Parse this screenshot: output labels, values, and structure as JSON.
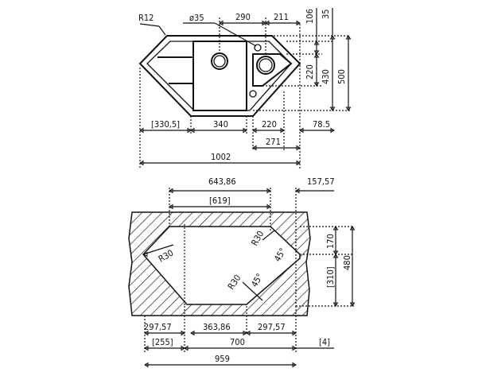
{
  "top_view": {
    "corner_radius": "R12",
    "drain_diameter": "ø35",
    "dim_290": "290",
    "dim_211": "211",
    "dim_106": "106",
    "dim_35": "35",
    "dim_220_vertical": "220",
    "dim_430": "430",
    "dim_500": "500",
    "dim_330_5": "[330,5]",
    "dim_340": "340",
    "dim_220": "220",
    "dim_78_5": "78.5",
    "dim_271": "271",
    "dim_1002": "1002"
  },
  "cutout_view": {
    "dim_643_86": "643,86",
    "dim_157_57": "157,57",
    "dim_619": "[619]",
    "radius_left": "R30",
    "radius_top_right": "R30",
    "angle_top": "45°",
    "radius_bottom": "R30",
    "angle_bottom": "45°",
    "dim_170": "170",
    "dim_480": "480",
    "dim_310": "[310]",
    "dim_297_57_left": "297,57",
    "dim_363_86": "363,86",
    "dim_297_57_right": "297,57",
    "dim_255": "[255]",
    "dim_700": "700",
    "dim_4": "[4]",
    "dim_959": "959"
  }
}
